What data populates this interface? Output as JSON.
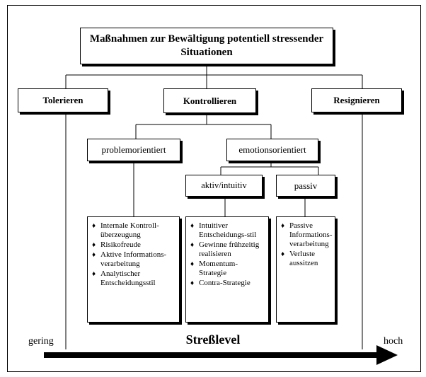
{
  "diagram": {
    "title": "Maßnahmen zur Bewältigung potentiell stressender Situationen",
    "branches": {
      "tolerieren": "Tolerieren",
      "kontrollieren": "Kontrollieren",
      "resignieren": "Resignieren"
    },
    "control_types": {
      "problem": "problemorientiert",
      "emotion": "emotionsorientiert"
    },
    "emotion_types": {
      "aktiv": "aktiv/intuitiv",
      "passiv": "passiv"
    },
    "lists": {
      "problem": [
        "Internale Kontroll-überzeugung",
        "Risikofreude",
        "Aktive Informations-verarbeitung",
        "Analytischer Entscheidungsstil"
      ],
      "aktiv": [
        "Intuitiver Entscheidungs-stil",
        "Gewinne frühzeitig realisieren",
        "Momentum-Strategie",
        "Contra-Strategie"
      ],
      "passiv": [
        "Passive Informations-verarbeitung",
        "Verluste aussitzen"
      ]
    },
    "axis": {
      "label": "Streßlevel",
      "low": "gering",
      "high": "hoch"
    }
  }
}
